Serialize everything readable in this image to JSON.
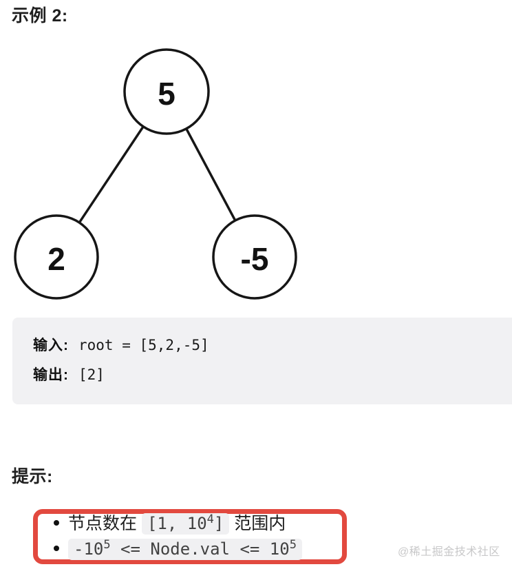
{
  "headings": {
    "example": "示例 2:",
    "hint": "提示:"
  },
  "tree": {
    "nodes": [
      {
        "value": "5"
      },
      {
        "value": "2"
      },
      {
        "value": "-5"
      }
    ]
  },
  "example_block": {
    "input_label": "输入:",
    "input_value": "root = [5,2,-5]",
    "output_label": "输出:",
    "output_value": "[2]"
  },
  "hints": {
    "item1": {
      "prefix": "节点数在 ",
      "code_open": "[1, 10",
      "code_sup": "4",
      "code_close": "]",
      "suffix": " 范围内"
    },
    "item2": {
      "code_a": "-10",
      "sup_a": "5",
      "code_b": " <= Node.val <= 10",
      "sup_b": "5"
    }
  },
  "watermark": "@稀土掘金技术社区",
  "colors": {
    "annotation_red": "#e2493f",
    "code_block_bg": "#f1f1f3",
    "inline_code_bg": "#f0f0f2"
  }
}
